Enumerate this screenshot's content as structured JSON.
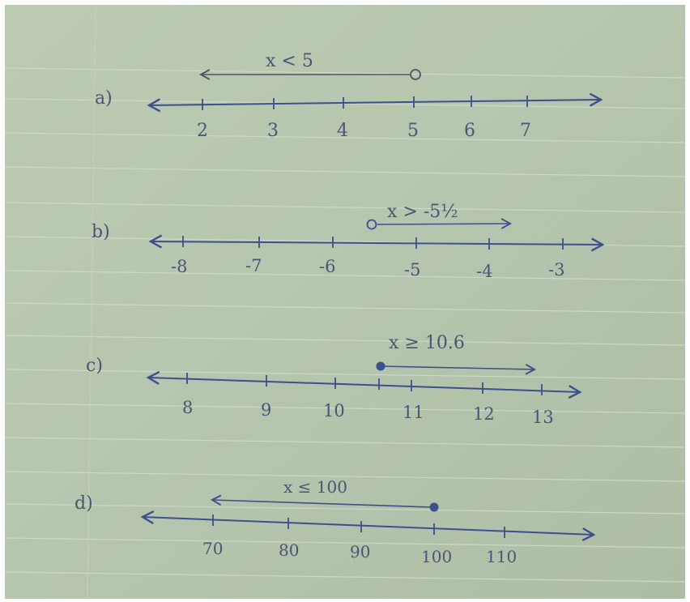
{
  "palette": {
    "paper": "#b9c7ae",
    "paper_shadow": "#a7b59c",
    "rule_line": "#c9d4c2",
    "margin_line": "#c7cfb8",
    "pen_blue": "#3e4f8e",
    "pencil": "#5a6172",
    "border": "#ffffff"
  },
  "problems": [
    {
      "label": "a)",
      "inequality": "x < 5",
      "ticks": [
        "2",
        "3",
        "4",
        "5",
        "6",
        "7"
      ],
      "endpoint": "open",
      "direction": "left"
    },
    {
      "label": "b)",
      "inequality": "x > -5½",
      "ticks": [
        "-8",
        "-7",
        "-6",
        "-5",
        "-4",
        "-3"
      ],
      "endpoint": "open",
      "direction": "right"
    },
    {
      "label": "c)",
      "inequality": "x ≥ 10.6",
      "ticks": [
        "8",
        "9",
        "10",
        "11",
        "12",
        "13"
      ],
      "endpoint": "closed",
      "direction": "right"
    },
    {
      "label": "d)",
      "inequality": "x ≤ 100",
      "ticks": [
        "70",
        "80",
        "90",
        "100",
        "110"
      ],
      "endpoint": "closed",
      "direction": "left"
    }
  ]
}
